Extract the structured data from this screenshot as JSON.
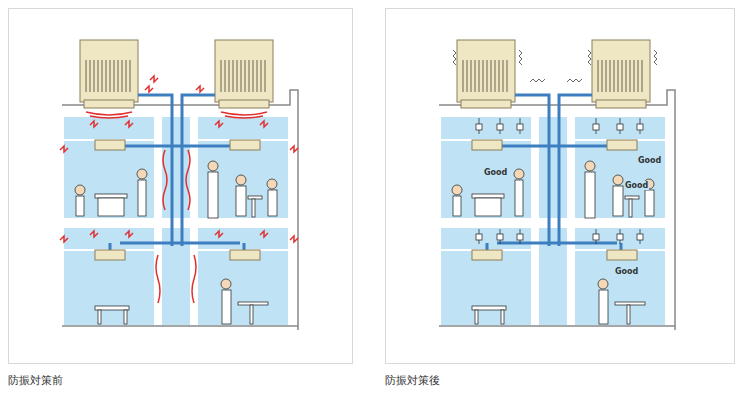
{
  "diagram": {
    "nodes": [
      {
        "text": [
          "防振対策前"
        ]
      },
      {
        "text": [
          "防振対策後"
        ]
      }
    ],
    "labels": [
      "Good",
      "Good",
      "Good",
      "Good"
    ]
  }
}
